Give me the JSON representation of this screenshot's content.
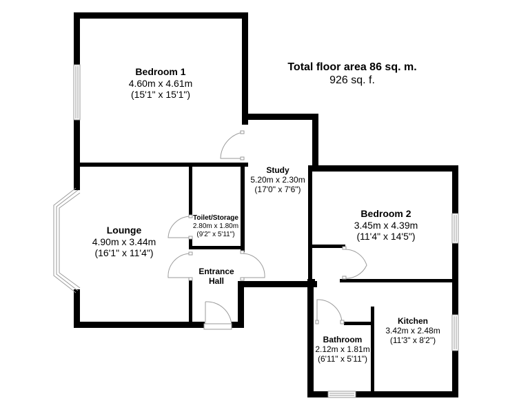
{
  "summary": {
    "title": "Total floor area 86 sq. m.",
    "subtitle": "926 sq. f."
  },
  "rooms": [
    {
      "id": "bedroom-1",
      "name": "Bedroom 1",
      "metric": "4.60m x 4.61m",
      "imperial": "(15'1\" x 15'1\")"
    },
    {
      "id": "study",
      "name": "Study",
      "metric": "5.20m x 2.30m",
      "imperial": "(17'0\" x 7'6\")"
    },
    {
      "id": "toilet-storage",
      "name": "Toilet/Storage",
      "metric": "2.80m x 1.80m",
      "imperial": "(9'2\" x 5'11\")"
    },
    {
      "id": "lounge",
      "name": "Lounge",
      "metric": "4.90m x 3.44m",
      "imperial": "(16'1\" x 11'4\")"
    },
    {
      "id": "entrance-hall",
      "name": "Entrance Hall",
      "metric": "",
      "imperial": ""
    },
    {
      "id": "bedroom-2",
      "name": "Bedroom 2",
      "metric": "3.45m x 4.39m",
      "imperial": "(11'4\" x 14'5\")"
    },
    {
      "id": "kitchen",
      "name": "Kitchen",
      "metric": "3.42m x 2.48m",
      "imperial": "(11'3\" x 8'2\")"
    },
    {
      "id": "bathroom",
      "name": "Bathroom",
      "metric": "2.12m x 1.81m",
      "imperial": "(6'11\" x 5'11\")"
    }
  ],
  "entrance_hall_lines": [
    "Entrance",
    "Hall"
  ],
  "colors": {
    "wall": "#000000",
    "background": "#ffffff",
    "fixture": "#9a9a9a"
  }
}
